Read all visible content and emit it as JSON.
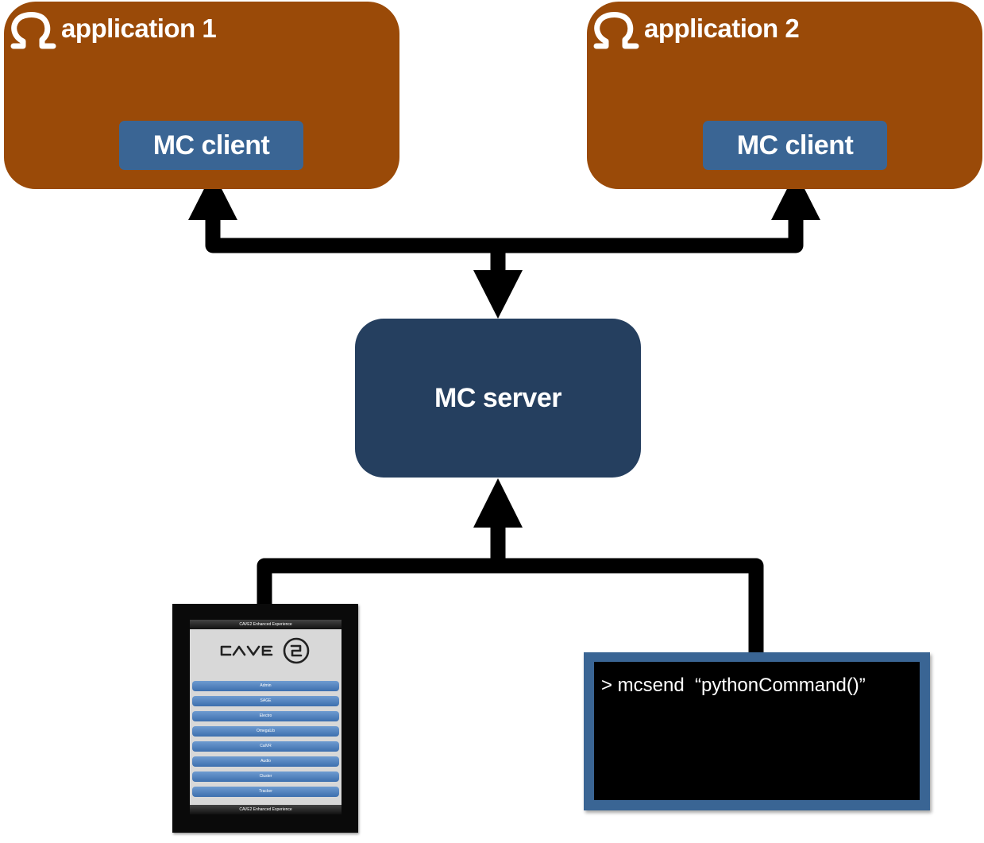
{
  "applications": [
    {
      "title": "application 1",
      "client_label": "MC client",
      "icon": "omega-icon"
    },
    {
      "title": "application 2",
      "client_label": "MC client",
      "icon": "omega-icon"
    }
  ],
  "server": {
    "label": "MC server"
  },
  "tablet": {
    "header": "CAVE2 Enhanced Experience",
    "logo": "CAVE2",
    "buttons": [
      "Admin",
      "SAGE",
      "Electro",
      "OmegaLib",
      "CalVR",
      "Audio",
      "Cluster",
      "Tracker"
    ],
    "footer": "CAVE2 Enhanced Experience"
  },
  "terminal": {
    "command": "> mcsend  “pythonCommand()”"
  },
  "colors": {
    "app_box": "#9a4a08",
    "client_box": "#3a6594",
    "server_box": "#253f5f",
    "connector": "#000000",
    "terminal_frame": "#3a6594"
  }
}
